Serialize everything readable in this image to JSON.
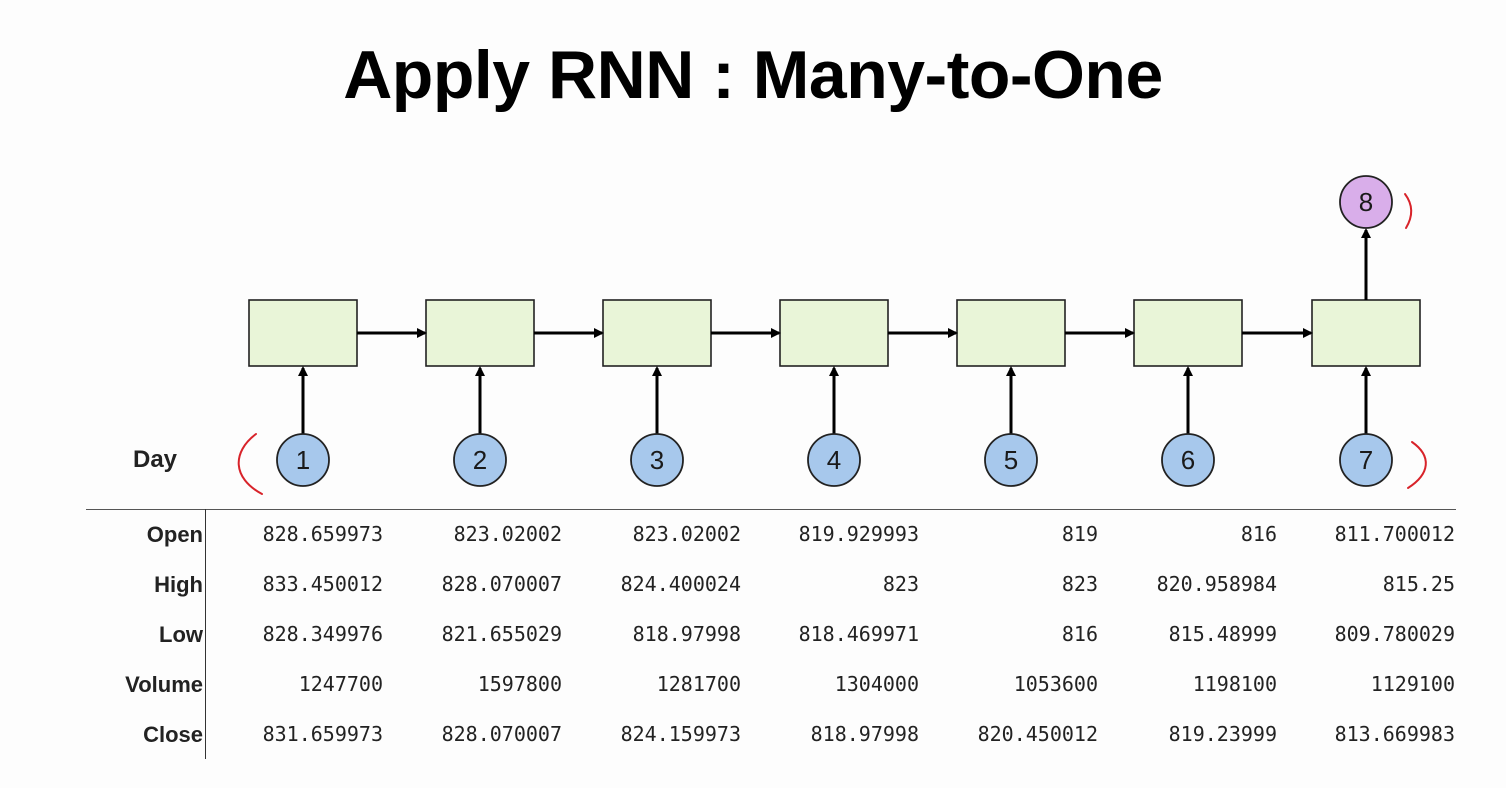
{
  "title": "Apply RNN : Many-to-One",
  "diagram": {
    "day_label": "Day",
    "inputs": [
      "1",
      "2",
      "3",
      "4",
      "5",
      "6",
      "7"
    ],
    "output": "8",
    "colors": {
      "cell_fill": "#e9f5d8",
      "input_node_fill": "#a7c8ec",
      "output_node_fill": "#d9aeea",
      "annotation": "#d8232a"
    }
  },
  "table": {
    "rows": [
      {
        "label": "Open",
        "values": [
          "828.659973",
          "823.02002",
          "823.02002",
          "819.929993",
          "819",
          "816",
          "811.700012"
        ]
      },
      {
        "label": "High",
        "values": [
          "833.450012",
          "828.070007",
          "824.400024",
          "823",
          "823",
          "820.958984",
          "815.25"
        ]
      },
      {
        "label": "Low",
        "values": [
          "828.349976",
          "821.655029",
          "818.97998",
          "818.469971",
          "816",
          "815.48999",
          "809.780029"
        ]
      },
      {
        "label": "Volume",
        "values": [
          "1247700",
          "1597800",
          "1281700",
          "1304000",
          "1053600",
          "1198100",
          "1129100"
        ]
      },
      {
        "label": "Close",
        "values": [
          "831.659973",
          "828.070007",
          "824.159973",
          "818.97998",
          "820.450012",
          "819.23999",
          "813.669983"
        ]
      }
    ]
  }
}
